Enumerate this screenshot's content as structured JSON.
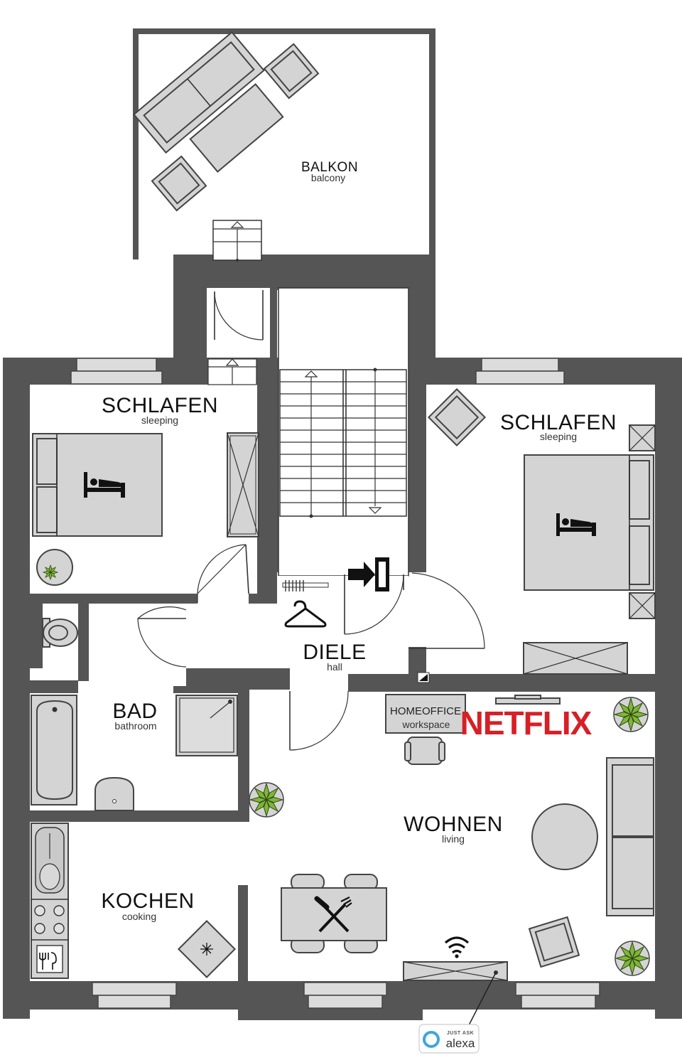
{
  "rooms": {
    "balcony": {
      "name": "BALKON",
      "sub": "balcony"
    },
    "bedroom_left": {
      "name": "SCHLAFEN",
      "sub": "sleeping"
    },
    "bedroom_right": {
      "name": "SCHLAFEN",
      "sub": "sleeping"
    },
    "hall": {
      "name": "DIELE",
      "sub": "hall"
    },
    "bathroom": {
      "name": "BAD",
      "sub": "bathroom"
    },
    "kitchen": {
      "name": "KOCHEN",
      "sub": "cooking"
    },
    "living": {
      "name": "WOHNEN",
      "sub": "living"
    },
    "homeoffice": {
      "name": "HOMEOFFICE",
      "sub": "workspace"
    }
  },
  "brand": {
    "netflix": "NETFLIX",
    "netflix_color": "#d81f26"
  },
  "alexa": {
    "small": "JUST ASK",
    "big": "alexa",
    "ring_color": "#3ea7e0"
  },
  "colors": {
    "wall": "#555555",
    "furniture": "#d4d4d4",
    "plant": "#7fb539"
  },
  "icons": [
    "bed-icon",
    "coat-hanger-icon",
    "exit-icon",
    "wifi-icon",
    "cutlery-icon",
    "plant-icon"
  ]
}
